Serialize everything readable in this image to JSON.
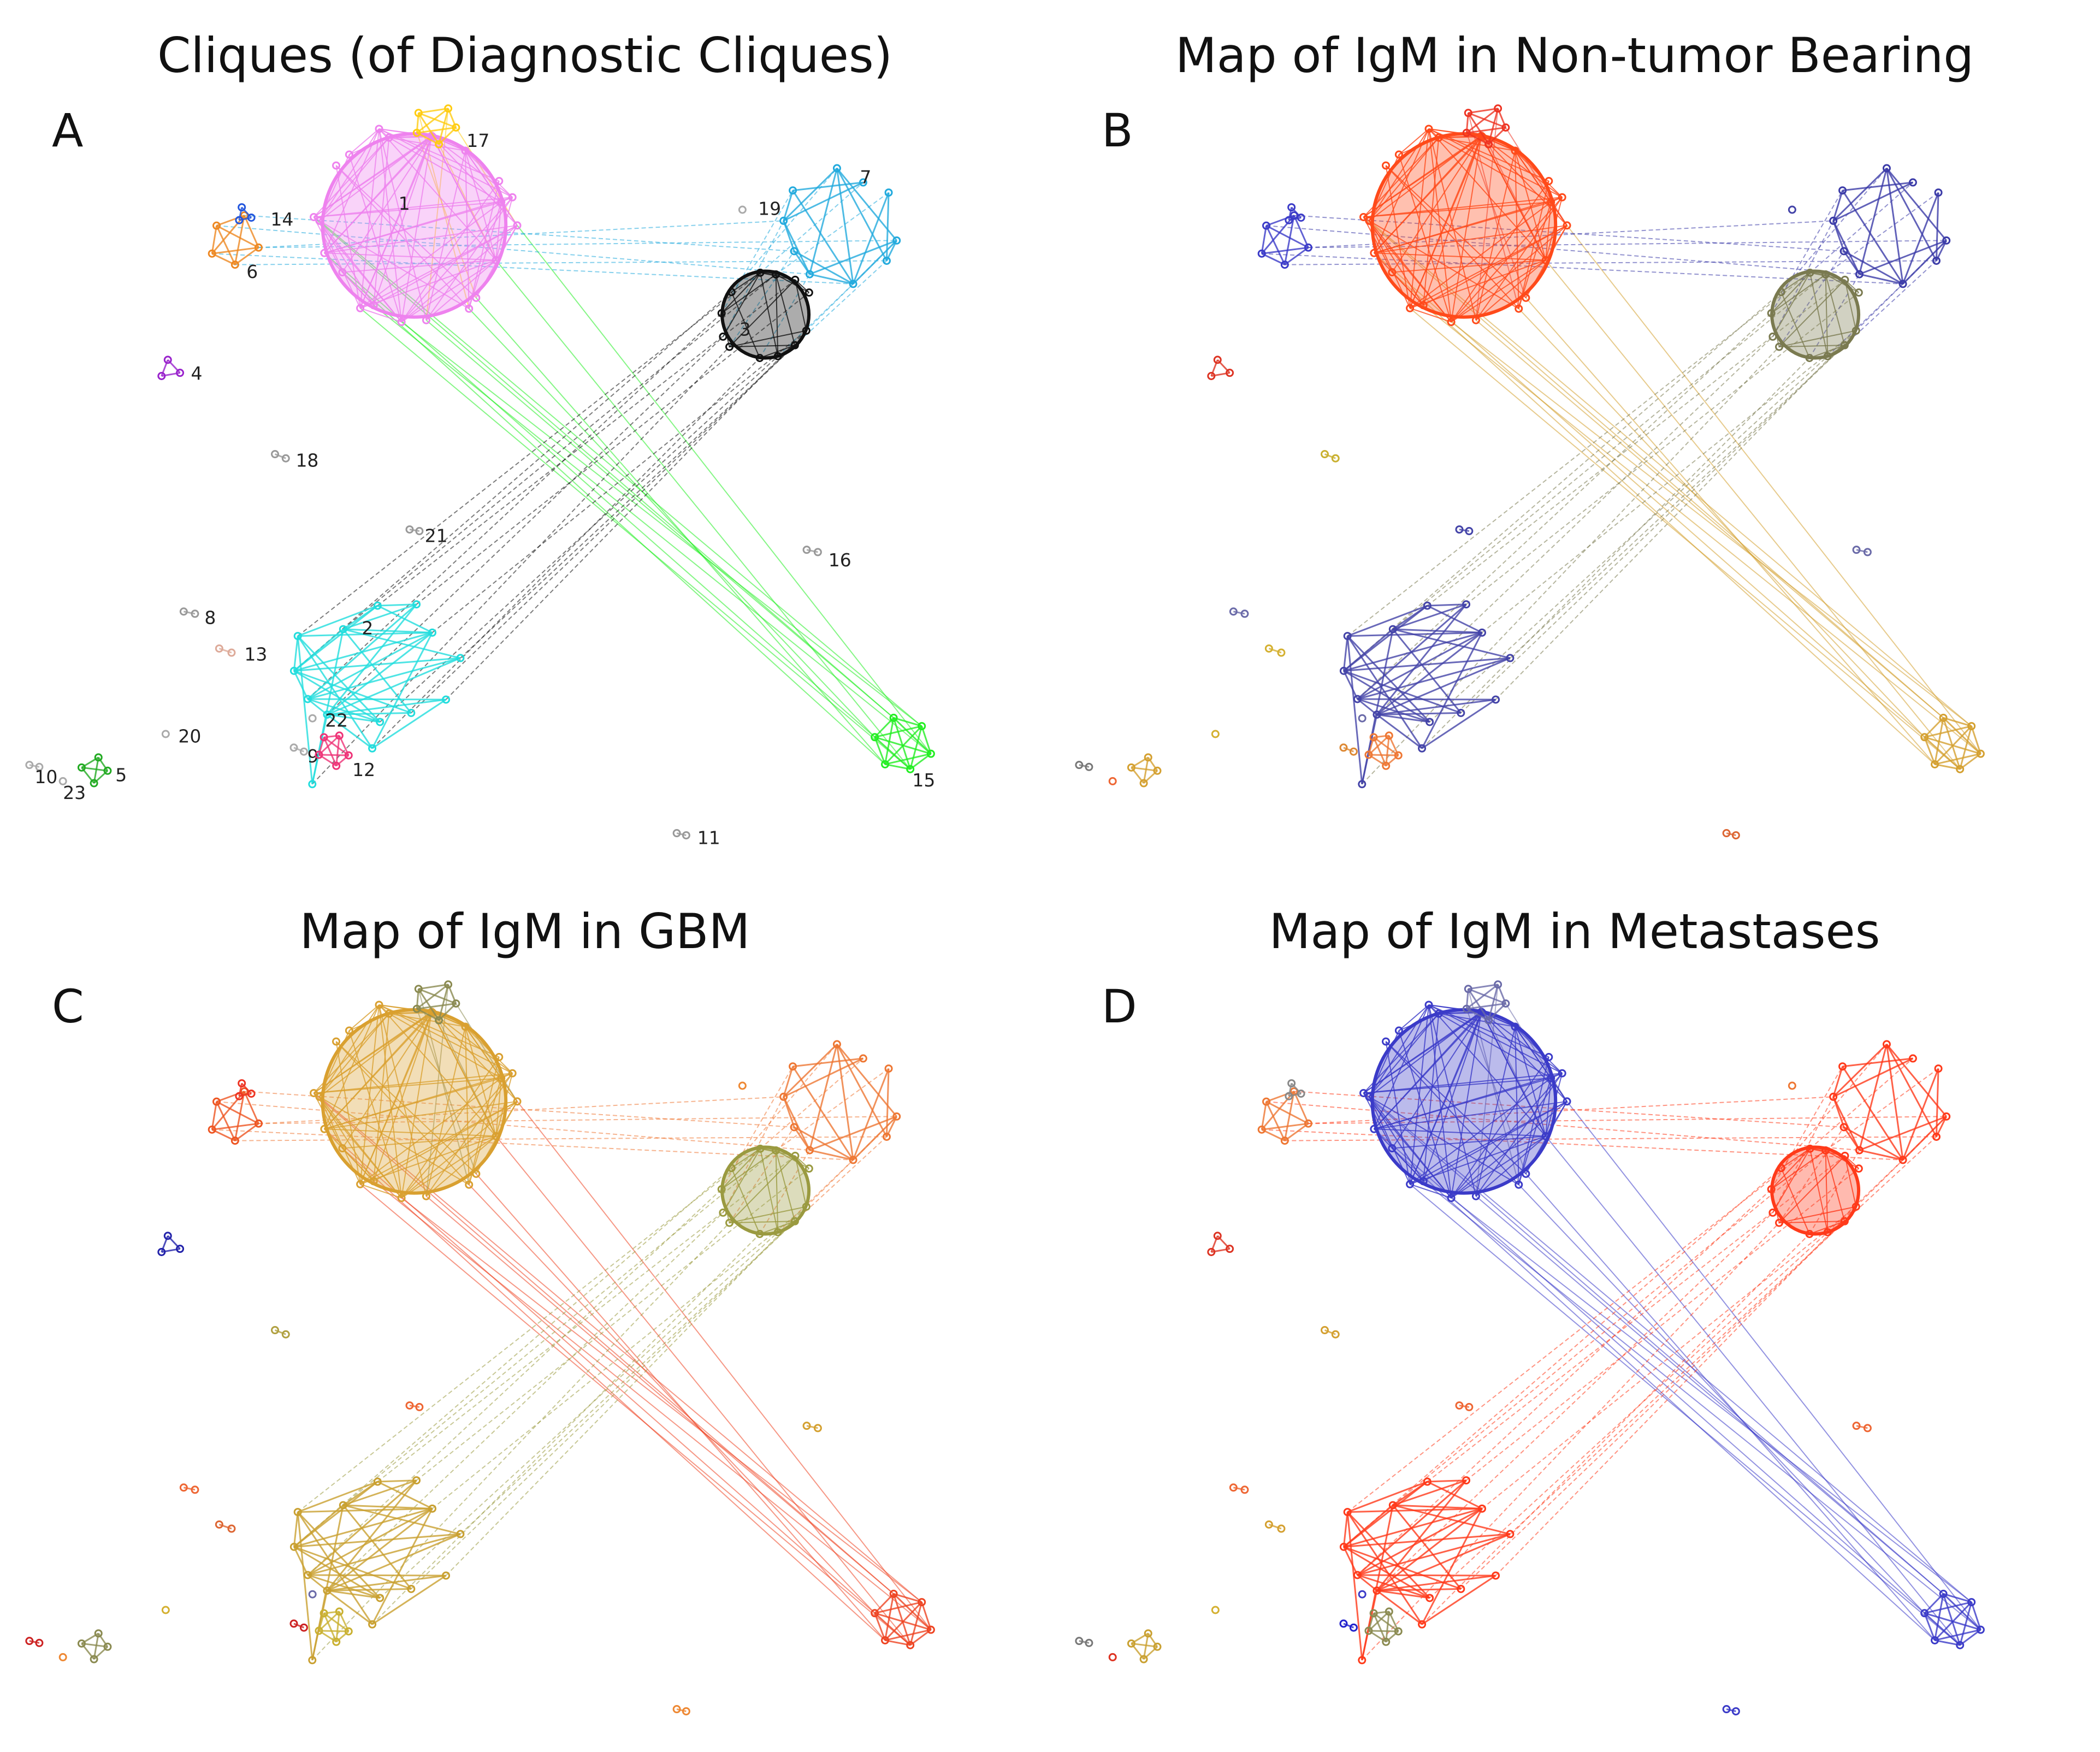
{
  "panels": [
    {
      "id": "A",
      "letter": "A",
      "title": "Cliques (of Diagnostic Cliques)"
    },
    {
      "id": "B",
      "letter": "B",
      "title": "Map of IgM in Non-tumor Bearing"
    },
    {
      "id": "C",
      "letter": "C",
      "title": "Map of IgM in GBM"
    },
    {
      "id": "D",
      "letter": "D",
      "title": "Map of IgM in Metastases"
    }
  ],
  "cliques": [
    {
      "id": "1",
      "label": "1",
      "color_a": "#ee82ee",
      "color_b": "#ff4a1a",
      "color_c": "#d9a030",
      "color_d": "#3b3bc8"
    },
    {
      "id": "2",
      "label": "2",
      "color_a": "#22dddd",
      "color_b": "#4343a8",
      "color_c": "#c9a030",
      "color_d": "#ff3a1a"
    },
    {
      "id": "3",
      "label": "3",
      "color_a": "#111111",
      "color_b": "#7a7a50",
      "color_c": "#9a9a40",
      "color_d": "#ff3a1a"
    },
    {
      "id": "4",
      "label": "4",
      "color_a": "#9922cc",
      "color_b": "#dd3322",
      "color_c": "#2222aa",
      "color_d": "#dd3322"
    },
    {
      "id": "5",
      "label": "5",
      "color_a": "#22aa22",
      "color_b": "#d4a030",
      "color_c": "#8a8a50",
      "color_d": "#c9a030"
    },
    {
      "id": "6",
      "label": "6",
      "color_a": "#ee8822",
      "color_b": "#3b3bc8",
      "color_c": "#ee5522",
      "color_d": "#ee7733"
    },
    {
      "id": "7",
      "label": "7",
      "color_a": "#22aadd",
      "color_b": "#3b3ba8",
      "color_c": "#ee7733",
      "color_d": "#ff3a1a"
    },
    {
      "id": "8",
      "label": "8",
      "color_a": "#999999",
      "color_b": "#6a6aa8",
      "color_c": "#ee6633",
      "color_d": "#ee6633"
    },
    {
      "id": "9",
      "label": "9",
      "color_a": "#aaaaaa",
      "color_b": "#dd8833",
      "color_c": "#cc2222",
      "color_d": "#2222cc"
    },
    {
      "id": "10",
      "label": "10",
      "color_a": "#aaaaaa",
      "color_b": "#777777",
      "color_c": "#cc2222",
      "color_d": "#777777"
    },
    {
      "id": "11",
      "label": "11",
      "color_a": "#999999",
      "color_b": "#dd6633",
      "color_c": "#ee8833",
      "color_d": "#3b3bc8"
    },
    {
      "id": "12",
      "label": "12",
      "color_a": "#ee3377",
      "color_b": "#ee7733",
      "color_c": "#c9b030",
      "color_d": "#8a8a50"
    },
    {
      "id": "13",
      "label": "13",
      "color_a": "#ddaa99",
      "color_b": "#d4b030",
      "color_c": "#dd6633",
      "color_d": "#d4a030"
    },
    {
      "id": "14",
      "label": "14",
      "color_a": "#2255dd",
      "color_b": "#3b3bc8",
      "color_c": "#ee3322",
      "color_d": "#888888"
    },
    {
      "id": "15",
      "label": "15",
      "color_a": "#22ee22",
      "color_b": "#d4a030",
      "color_c": "#ee4422",
      "color_d": "#3b3bc8"
    },
    {
      "id": "16",
      "label": "16",
      "color_a": "#999999",
      "color_b": "#6a6aa8",
      "color_c": "#d4a030",
      "color_d": "#ee6633"
    },
    {
      "id": "17",
      "label": "17",
      "color_a": "#ffcc11",
      "color_b": "#ee3322",
      "color_c": "#8a8a50",
      "color_d": "#6a6aa8"
    },
    {
      "id": "18",
      "label": "18",
      "color_a": "#999999",
      "color_b": "#c9b030",
      "color_c": "#b0a040",
      "color_d": "#d4a030"
    },
    {
      "id": "19",
      "label": "19",
      "color_a": "#aaaaaa",
      "color_b": "#4343a8",
      "color_c": "#ee8833",
      "color_d": "#ee7733"
    },
    {
      "id": "20",
      "label": "20",
      "color_a": "#aaaaaa",
      "color_b": "#d4b030",
      "color_c": "#d4b030",
      "color_d": "#d4b030"
    },
    {
      "id": "21",
      "label": "21",
      "color_a": "#999999",
      "color_b": "#4343a8",
      "color_c": "#ee6633",
      "color_d": "#ee6633"
    },
    {
      "id": "22",
      "label": "22",
      "color_a": "#aaaaaa",
      "color_b": "#6a6aa8",
      "color_c": "#6a6aa8",
      "color_d": "#3b3bc8"
    },
    {
      "id": "23",
      "label": "23",
      "color_a": "#aaaaaa",
      "color_b": "#ee6633",
      "color_c": "#ee8833",
      "color_d": "#dd3322"
    }
  ]
}
